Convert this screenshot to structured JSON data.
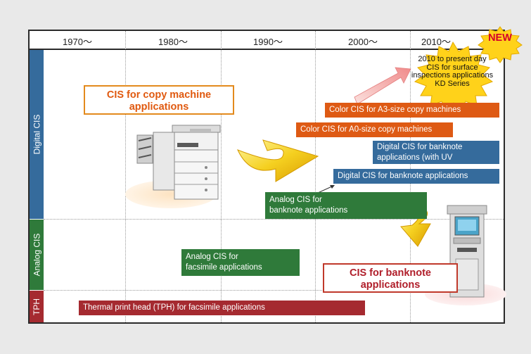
{
  "timeline": {
    "years": [
      "1970〜",
      "1980〜",
      "1990〜",
      "2000〜",
      "2010〜"
    ]
  },
  "categories": {
    "digital": "Digital CIS",
    "analog": "Analog CIS",
    "tph": "TPH"
  },
  "bars": {
    "color_a3": "Color CIS for A3-size copy machines",
    "color_a0": "Color CIS for A0-size copy machines",
    "digital_banknote_uv": [
      "Digital CIS for banknote",
      "applications (with UV illumination)"
    ],
    "digital_banknote": "Digital CIS for banknote applications",
    "analog_banknote": [
      "Analog CIS for",
      "banknote applications"
    ],
    "analog_facsimile": [
      "Analog CIS for",
      "facsimile applications"
    ],
    "tph": "Thermal print head (TPH) for facsimile applications"
  },
  "callouts": {
    "copy_machine": [
      "CIS for copy machine",
      "applications"
    ],
    "banknote": [
      "CIS for banknote",
      "applications"
    ]
  },
  "burst": {
    "lines": [
      "2010 to present day",
      "CIS for surface",
      "inspections applications",
      "KD Series"
    ],
    "badge": "NEW"
  },
  "colors": {
    "digital": "#356b9c",
    "analog": "#2f7a3a",
    "tph": "#a52a30",
    "orange": "#de5a14",
    "burst": "#ffd21a"
  }
}
